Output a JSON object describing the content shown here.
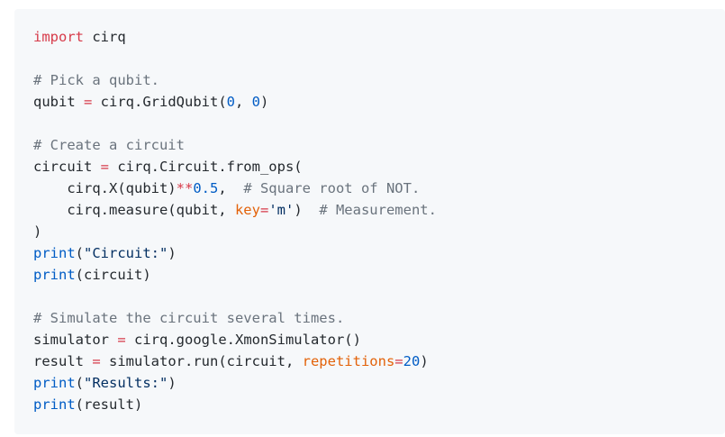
{
  "code_block": {
    "language": "python",
    "lines": [
      [
        {
          "t": "import",
          "c": "kw"
        },
        {
          "t": " cirq",
          "c": ""
        }
      ],
      [],
      [
        {
          "t": "# Pick a qubit.",
          "c": "cm"
        }
      ],
      [
        {
          "t": "qubit ",
          "c": ""
        },
        {
          "t": "=",
          "c": "op"
        },
        {
          "t": " cirq.GridQubit(",
          "c": ""
        },
        {
          "t": "0",
          "c": "num"
        },
        {
          "t": ", ",
          "c": ""
        },
        {
          "t": "0",
          "c": "num"
        },
        {
          "t": ")",
          "c": ""
        }
      ],
      [],
      [
        {
          "t": "# Create a circuit",
          "c": "cm"
        }
      ],
      [
        {
          "t": "circuit ",
          "c": ""
        },
        {
          "t": "=",
          "c": "op"
        },
        {
          "t": " cirq.Circuit.from_ops(",
          "c": ""
        }
      ],
      [
        {
          "t": "    cirq.X(qubit)",
          "c": ""
        },
        {
          "t": "**",
          "c": "op"
        },
        {
          "t": "0.5",
          "c": "num"
        },
        {
          "t": ",  ",
          "c": ""
        },
        {
          "t": "# Square root of NOT.",
          "c": "cm"
        }
      ],
      [
        {
          "t": "    cirq.measure(qubit, ",
          "c": ""
        },
        {
          "t": "key",
          "c": "param"
        },
        {
          "t": "=",
          "c": "op"
        },
        {
          "t": "'m'",
          "c": "str"
        },
        {
          "t": ")  ",
          "c": ""
        },
        {
          "t": "# Measurement.",
          "c": "cm"
        }
      ],
      [
        {
          "t": ")",
          "c": ""
        }
      ],
      [
        {
          "t": "print",
          "c": "fn"
        },
        {
          "t": "(",
          "c": ""
        },
        {
          "t": "\"Circuit:\"",
          "c": "str"
        },
        {
          "t": ")",
          "c": ""
        }
      ],
      [
        {
          "t": "print",
          "c": "fn"
        },
        {
          "t": "(circuit)",
          "c": ""
        }
      ],
      [],
      [
        {
          "t": "# Simulate the circuit several times.",
          "c": "cm"
        }
      ],
      [
        {
          "t": "simulator ",
          "c": ""
        },
        {
          "t": "=",
          "c": "op"
        },
        {
          "t": " cirq.google.XmonSimulator()",
          "c": ""
        }
      ],
      [
        {
          "t": "result ",
          "c": ""
        },
        {
          "t": "=",
          "c": "op"
        },
        {
          "t": " simulator.run(circuit, ",
          "c": ""
        },
        {
          "t": "repetitions",
          "c": "param"
        },
        {
          "t": "=",
          "c": "op"
        },
        {
          "t": "20",
          "c": "num"
        },
        {
          "t": ")",
          "c": ""
        }
      ],
      [
        {
          "t": "print",
          "c": "fn"
        },
        {
          "t": "(",
          "c": ""
        },
        {
          "t": "\"Results:\"",
          "c": "str"
        },
        {
          "t": ")",
          "c": ""
        }
      ],
      [
        {
          "t": "print",
          "c": "fn"
        },
        {
          "t": "(result)",
          "c": ""
        }
      ]
    ]
  }
}
